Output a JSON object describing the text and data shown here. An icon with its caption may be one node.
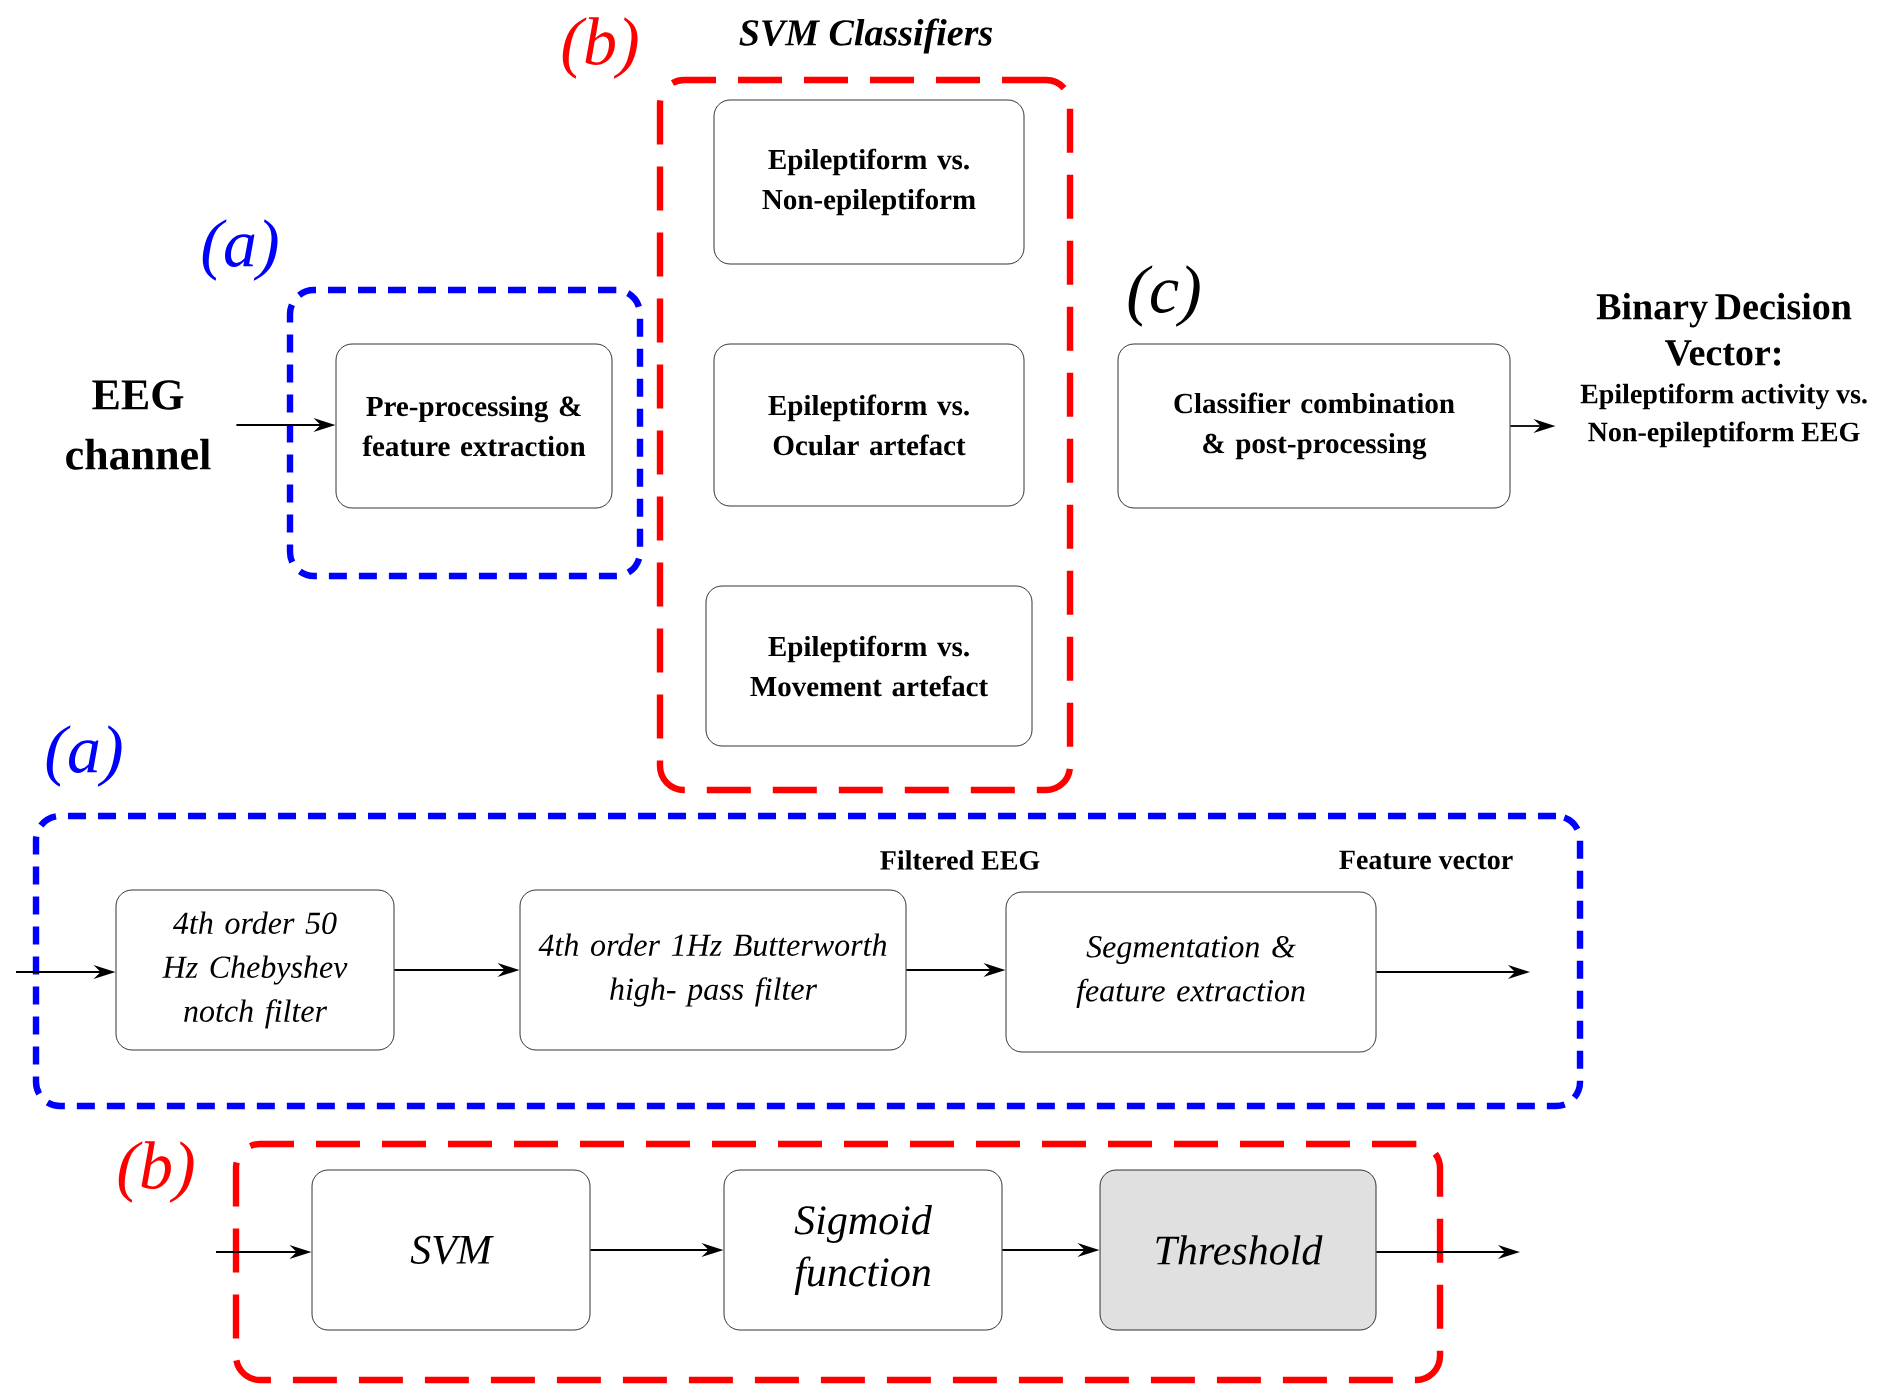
{
  "diagram": {
    "nodes": [
      {
        "text": [
          "EEG channel"
        ]
      },
      {
        "text": [
          "(a)"
        ]
      },
      {
        "text": [
          "Pre-processing & feature extraction"
        ],
        "in": 1
      },
      {
        "text": [
          "(b)",
          "SVM Classifiers"
        ]
      },
      {
        "text": [
          "Epileptiform vs. Non-epileptiform"
        ],
        "in": 3
      },
      {
        "text": [
          "Epileptiform vs. Ocular artefact"
        ],
        "in": 3
      },
      {
        "text": [
          "Epileptiform vs. Movement artefact"
        ],
        "in": 3
      },
      {
        "text": [
          "Classifier combination & post-processing"
        ],
        "beside": [
          "(c)"
        ]
      },
      {
        "text": [
          "Binary Decision Vector:",
          "Epileptiform activity vs. Non-epileptiform EEG"
        ]
      },
      {
        "text": [
          "(a)"
        ]
      },
      {
        "text": [
          "4th order 50 Hz Chebyshev notch filter"
        ],
        "in": 9
      },
      {
        "text": [
          "4th order 1Hz Butterworth high- pass filter"
        ],
        "in": 9
      },
      {
        "text": [
          "Segmentation & feature extraction"
        ],
        "in": 9
      },
      {
        "text": [
          "(b)"
        ]
      },
      {
        "text": [
          "SVM"
        ],
        "in": 13
      },
      {
        "text": [
          "Sigmoid function"
        ],
        "in": 13
      },
      {
        "text": [
          "Threshold"
        ],
        "in": 13
      }
    ],
    "edges": [
      {
        "from": 0,
        "to": 2,
        "arrow": "to"
      },
      {
        "from": 7,
        "to": 8,
        "arrow": "to"
      },
      {
        "from": null,
        "to": 10,
        "arrow": "to"
      },
      {
        "from": 10,
        "to": 11,
        "arrow": "to"
      },
      {
        "from": 11,
        "to": 12,
        "arrow": "to"
      },
      {
        "from": 12,
        "to": null,
        "arrow": "to"
      },
      {
        "from": null,
        "to": 14,
        "arrow": "to"
      },
      {
        "from": 14,
        "to": 15,
        "arrow": "to"
      },
      {
        "from": 15,
        "to": 16,
        "arrow": "to"
      },
      {
        "from": 16,
        "to": null,
        "arrow": "to"
      }
    ],
    "labels": [
      "Filtered EEG",
      "Feature vector"
    ]
  }
}
